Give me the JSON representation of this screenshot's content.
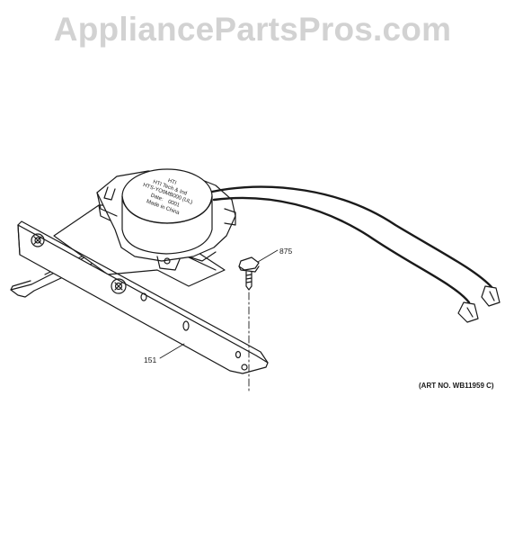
{
  "watermark": "AppliancePartsPros.com",
  "art_number": "(ART NO. WB11959 C)",
  "callouts": {
    "screw": "875",
    "bracket": "151"
  },
  "motor_label": {
    "line1": "HTI",
    "line2": "HTI Tech & Ind",
    "line3": "HTS-YO0MB000 (UL)",
    "line4": "Date:",
    "line5": "Made in China",
    "line6": "0001"
  },
  "colors": {
    "line": "#1a1a1a",
    "watermark": "#d2d2d2"
  }
}
